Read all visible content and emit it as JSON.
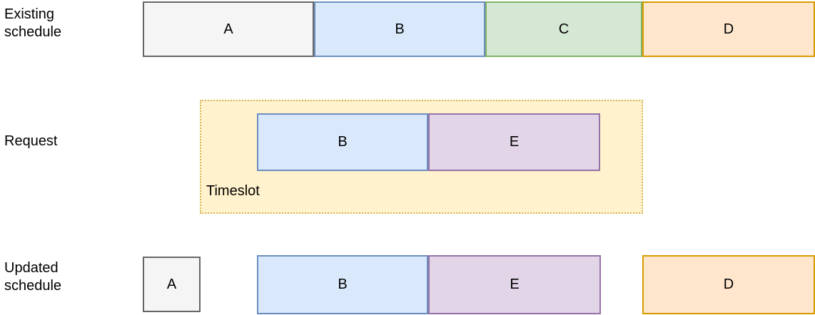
{
  "diagram": {
    "background": "#ffffff",
    "text_color": "#000000",
    "palette": {
      "gray": {
        "fill": "#f5f5f5",
        "stroke": "#666666"
      },
      "blue": {
        "fill": "#dae8fc",
        "stroke": "#6c8ebf"
      },
      "green": {
        "fill": "#d5e8d4",
        "stroke": "#82b366"
      },
      "orange": {
        "fill": "#ffe6cc",
        "stroke": "#d79b00"
      },
      "purple": {
        "fill": "#e1d5e7",
        "stroke": "#9673a6"
      },
      "yellow": {
        "fill": "#fff2cc",
        "stroke": "#d6b656"
      }
    },
    "rows": {
      "existing": {
        "label_line1": "Existing",
        "label_line2": "schedule",
        "blocks": [
          {
            "label": "A",
            "color": "gray"
          },
          {
            "label": "B",
            "color": "blue"
          },
          {
            "label": "C",
            "color": "green"
          },
          {
            "label": "D",
            "color": "orange"
          }
        ]
      },
      "request": {
        "label": "Request",
        "timeslot": {
          "label": "Timeslot",
          "color": "yellow"
        },
        "blocks": [
          {
            "label": "B",
            "color": "blue"
          },
          {
            "label": "E",
            "color": "purple"
          }
        ]
      },
      "updated": {
        "label_line1": "Updated",
        "label_line2": "schedule",
        "blocks": [
          {
            "label": "A",
            "color": "gray"
          },
          {
            "label": "B",
            "color": "blue"
          },
          {
            "label": "E",
            "color": "purple"
          },
          {
            "label": "D",
            "color": "orange"
          }
        ]
      }
    }
  }
}
